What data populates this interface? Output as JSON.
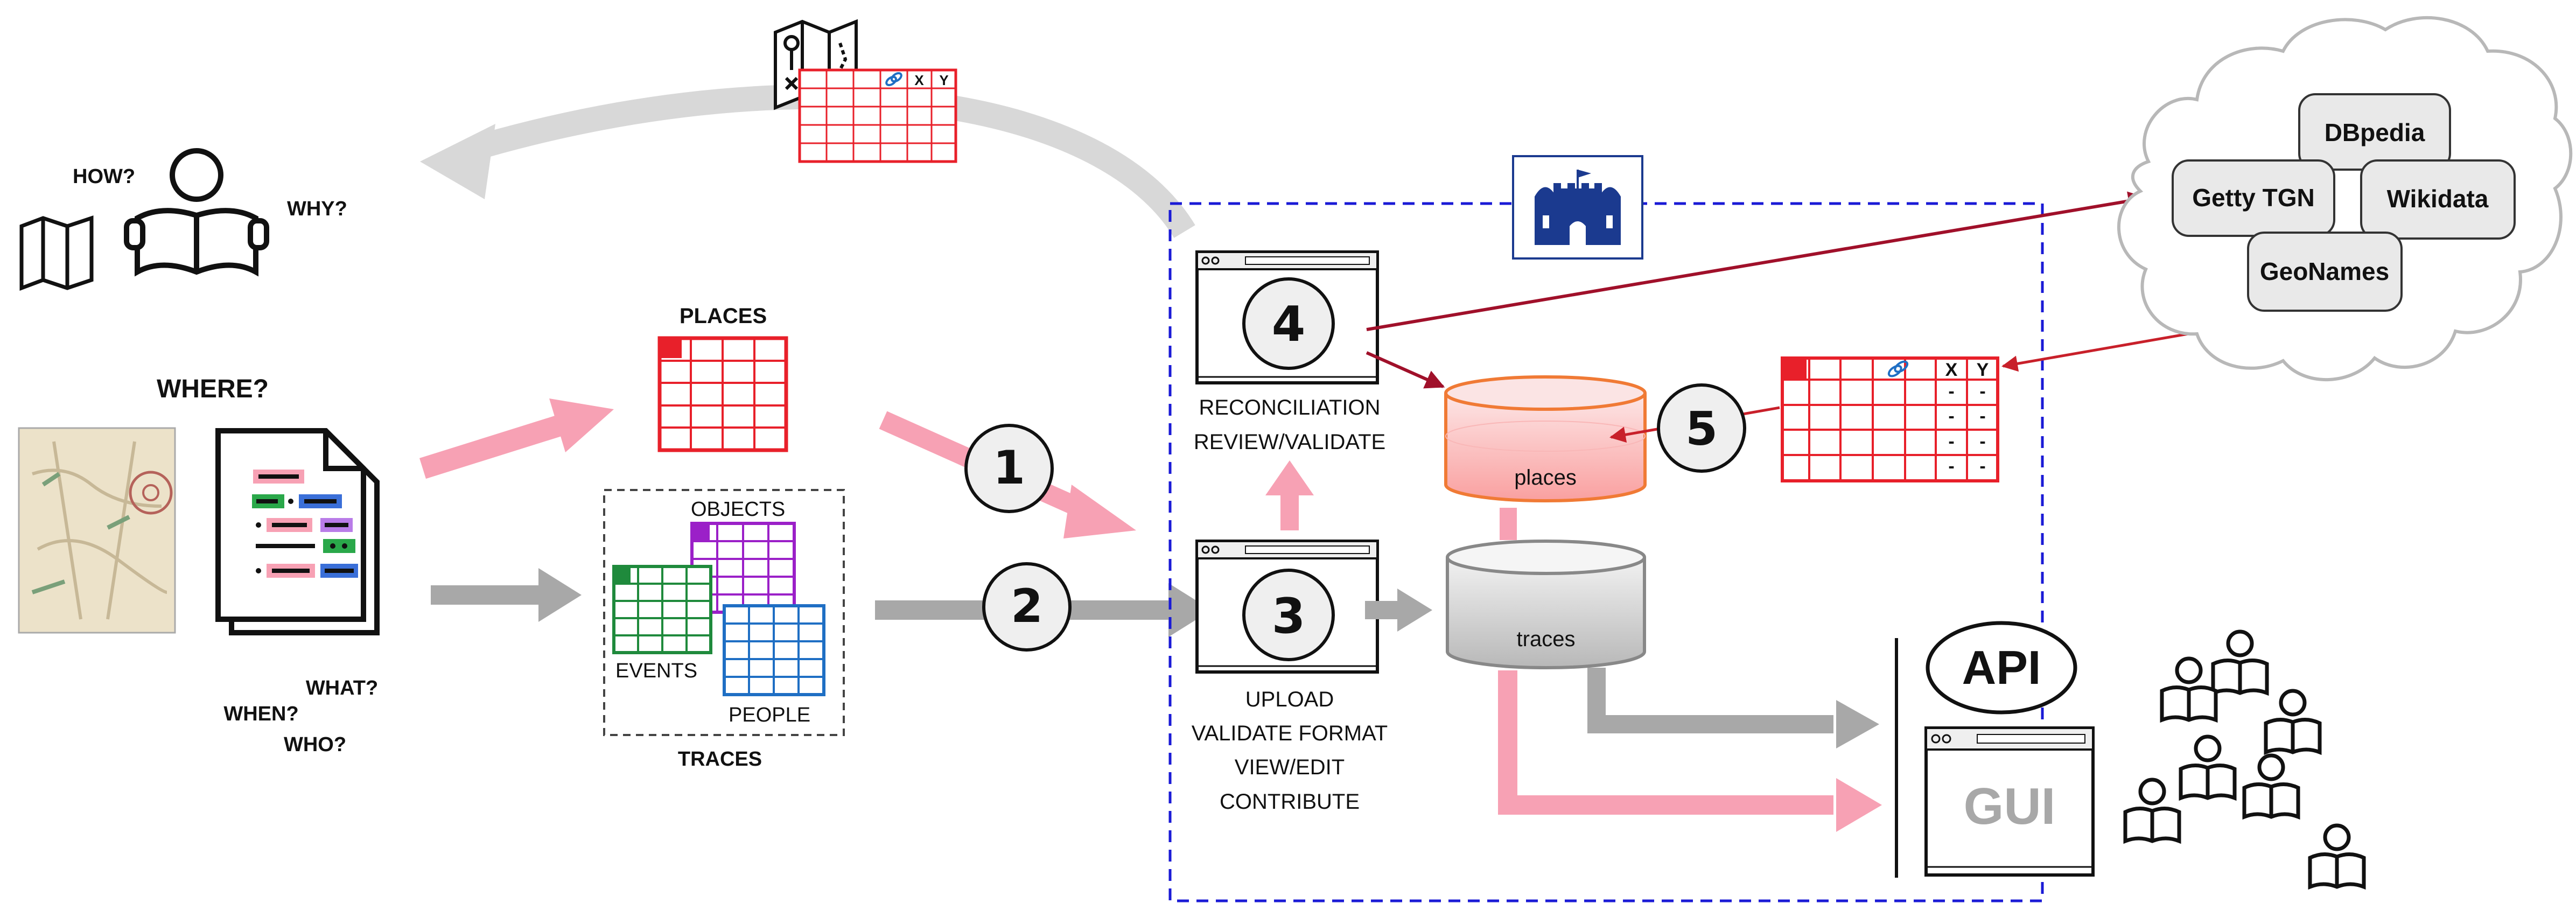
{
  "questions": {
    "how": "HOW?",
    "why": "WHY?",
    "where": "WHERE?",
    "what": "WHAT?",
    "when": "WHEN?",
    "who": "WHO?"
  },
  "tables": {
    "places_title": "PLACES",
    "objects": "OBJECTS",
    "events": "EVENTS",
    "people": "PEOPLE",
    "traces_title": "TRACES"
  },
  "steps": {
    "s1": "1",
    "s2": "2",
    "s3": "3",
    "s4": "4",
    "s5": "5"
  },
  "step3_labels": [
    "UPLOAD",
    "VALIDATE FORMAT",
    "VIEW/EDIT",
    "CONTRIBUTE"
  ],
  "step4_labels": [
    "RECONCILIATION",
    "REVIEW/VALIDATE"
  ],
  "databases": {
    "places": "places",
    "traces": "traces"
  },
  "gazetteers": [
    "DBpedia",
    "Getty TGN",
    "Wikidata",
    "GeoNames"
  ],
  "outputs": {
    "api": "API",
    "gui": "GUI"
  },
  "coord_columns": {
    "x": "X",
    "y": "Y",
    "dash": "-"
  },
  "colors": {
    "pink_arrow": "#f7a1b4",
    "gray_arrow": "#a8a8a8",
    "light_gray_arrow": "#d8d8d8",
    "red": "#e8202a",
    "dark_red": "#a0102a",
    "dashed_blue": "#1a1ad6",
    "navy": "#1b3a8f",
    "objects_purple": "#9b20c8",
    "events_green": "#1f8a3c",
    "people_blue": "#1f6fc4",
    "places_db_orange": "#f07a35"
  }
}
